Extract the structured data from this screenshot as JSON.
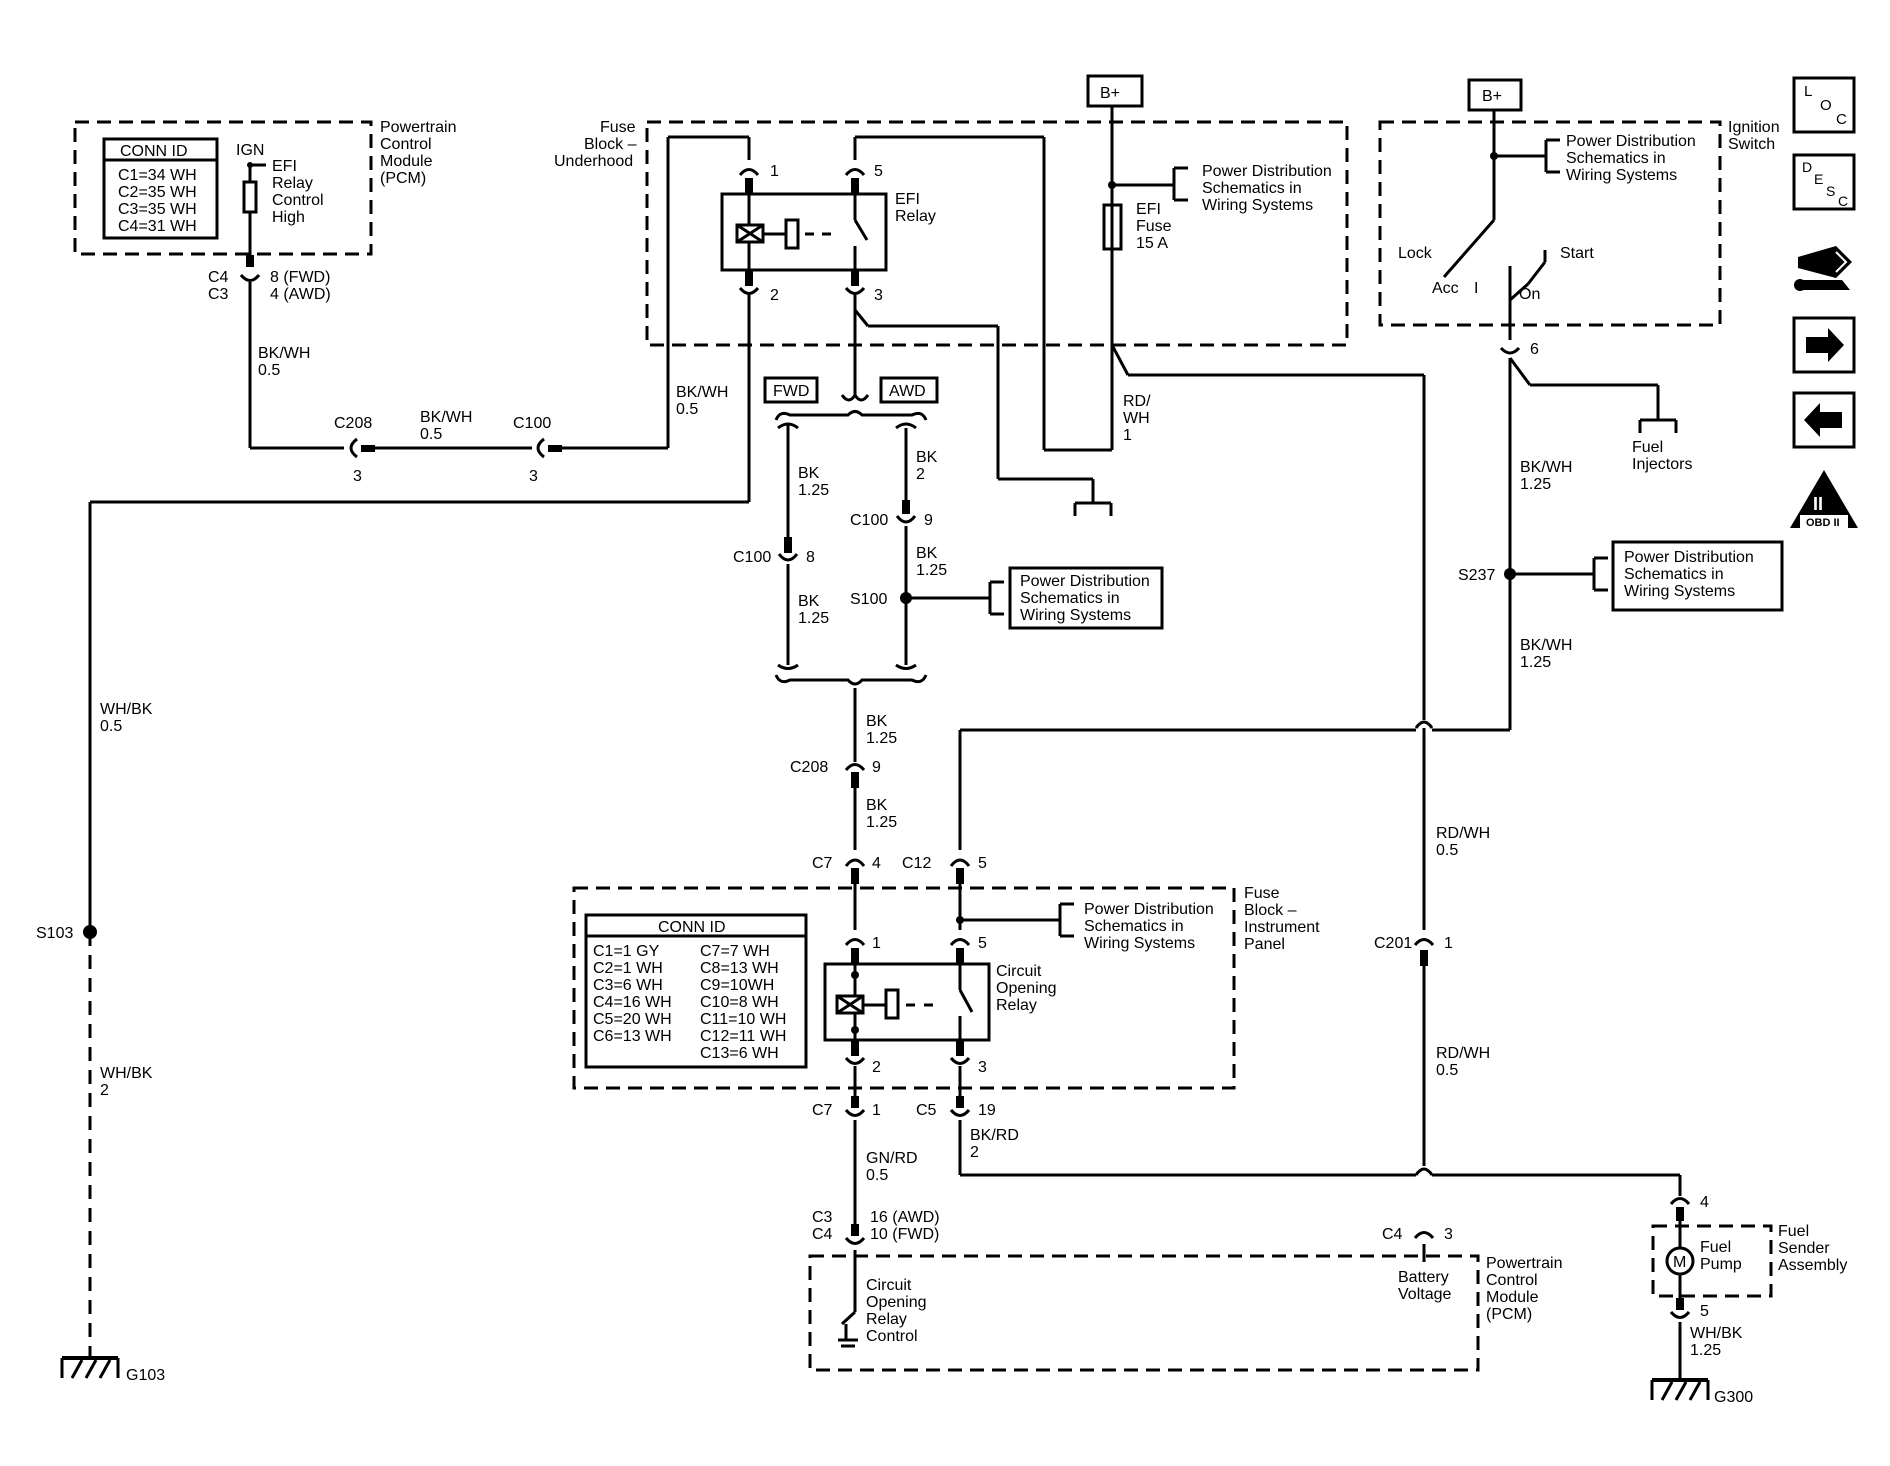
{
  "pcm_top": {
    "conn_id_title": "CONN ID",
    "conn_ids": [
      "C1=34 WH",
      "C2=35 WH",
      "C3=35 WH",
      "C4=31 WH"
    ],
    "ign_label": "IGN",
    "efi_control_label": [
      "EFI",
      "Relay",
      "Control",
      "High"
    ],
    "module_label": [
      "Powertrain",
      "Control",
      "Module",
      "(PCM)"
    ],
    "conn_c4": "C4",
    "conn_c3": "C3",
    "pin_fwd": "8 (FWD)",
    "pin_awd": "4 (AWD)",
    "wire1": [
      "BK/WH",
      "0.5"
    ]
  },
  "fuse_block_underhood": {
    "label": [
      "Fuse",
      "Block –",
      "Underhood"
    ],
    "relay_label": [
      "EFI",
      "Relay"
    ],
    "pins": [
      "1",
      "5",
      "2",
      "3"
    ],
    "fuse_label": [
      "EFI",
      "Fuse",
      "15 A"
    ],
    "power_dist": [
      "Power Distribution",
      "Schematics in",
      "Wiring  Systems"
    ],
    "bplus": "B+"
  },
  "upper_wires": {
    "c208": "C208",
    "c100": "C100",
    "pin3a": "3",
    "pin3b": "3",
    "bkwh": [
      "BK/WH",
      "0.5"
    ],
    "bkwh2": [
      "BK/WH",
      "0.5"
    ],
    "rdwh": [
      "RD/",
      "WH",
      "1"
    ],
    "wh_bk": [
      "WH/BK",
      "0.5"
    ],
    "s103": "S103",
    "wh_bk2": [
      "WH/BK",
      "2"
    ],
    "g103": "G103"
  },
  "ground_branch": {
    "fwd": "FWD",
    "awd": "AWD",
    "bk125a": [
      "BK",
      "1.25"
    ],
    "bk2": [
      "BK",
      "2"
    ],
    "c100_9": "C100",
    "pin9": "9",
    "c100_8": "C100",
    "pin8": "8",
    "bk125b": [
      "BK",
      "1.25"
    ],
    "bk125c": [
      "BK",
      "1.25"
    ],
    "s100": "S100",
    "power_dist": [
      "Power Distribution",
      "Schematics in",
      "Wiring  Systems"
    ],
    "bk125d": [
      "BK",
      "1.25"
    ],
    "c208": "C208",
    "pin9b": "9",
    "bk125e": [
      "BK",
      "1.25"
    ]
  },
  "ignition": {
    "bplus": "B+",
    "label": [
      "Ignition",
      "Switch"
    ],
    "power_dist": [
      "Power Distribution",
      "Schematics in",
      "Wiring  Systems"
    ],
    "lock": "Lock",
    "acc": "Acc",
    "acc_mark": "I",
    "on": "On",
    "start": "Start",
    "pin6": "6",
    "fuel_injectors": [
      "Fuel",
      "Injectors"
    ],
    "bkwh125": [
      "BK/WH",
      "1.25"
    ],
    "s237": "S237",
    "power_dist2": [
      "Power Distribution",
      "Schematics in",
      "Wiring  Systems"
    ],
    "bkwh125b": [
      "BK/WH",
      "1.25"
    ]
  },
  "fuse_block_ip": {
    "c7": "C7",
    "pin4": "4",
    "c12": "C12",
    "pin5": "5",
    "label": [
      "Fuse",
      "Block –",
      "Instrument",
      "Panel"
    ],
    "power_dist": [
      "Power Distribution",
      "Schematics in",
      "Wiring  Systems"
    ],
    "conn_id_title": "CONN ID",
    "conn_left": [
      "C1=1 GY",
      "C2=1 WH",
      "C3=6 WH",
      "C4=16 WH",
      "C5=20 WH",
      "C6=13 WH"
    ],
    "conn_right": [
      "C7=7 WH",
      "C8=13 WH",
      "C9=10WH",
      "C10=8 WH",
      "C11=10 WH",
      "C12=11 WH",
      "C13=6 WH"
    ],
    "relay_label": [
      "Circuit",
      "Opening",
      "Relay"
    ],
    "pins": [
      "1",
      "5",
      "2",
      "3"
    ],
    "c7b": "C7",
    "pin1": "1",
    "c5": "C5",
    "pin19": "19"
  },
  "bottom": {
    "rdwh05a": [
      "RD/WH",
      "0.5"
    ],
    "c201": "C201",
    "pin1": "1",
    "rdwh05b": [
      "RD/WH",
      "0.5"
    ],
    "bkrd": [
      "BK/RD",
      "2"
    ],
    "gnrd": [
      "GN/RD",
      "0.5"
    ],
    "c3": "C3",
    "c4": "C4",
    "pin_awd": "16 (AWD)",
    "pin_fwd": "10 (FWD)",
    "cor_control": [
      "Circuit",
      "Opening",
      "Relay",
      "Control"
    ],
    "c4b": "C4",
    "pin3": "3",
    "battery_voltage": [
      "Battery",
      "Voltage"
    ],
    "pcm": [
      "Powertrain",
      "Control",
      "Module",
      "(PCM)"
    ],
    "pin4": "4",
    "fuel_pump": [
      "Fuel",
      "Pump"
    ],
    "motor": "M",
    "fuel_sender": [
      "Fuel",
      "Sender",
      "Assembly"
    ],
    "pin5": "5",
    "whbk125": [
      "WH/BK",
      "1.25"
    ],
    "g300": "G300"
  },
  "nav": {
    "loc": [
      "L",
      "O",
      "C"
    ],
    "desc": [
      "D",
      "E",
      "S",
      "C"
    ],
    "obd": [
      "II",
      "OBD II"
    ]
  }
}
